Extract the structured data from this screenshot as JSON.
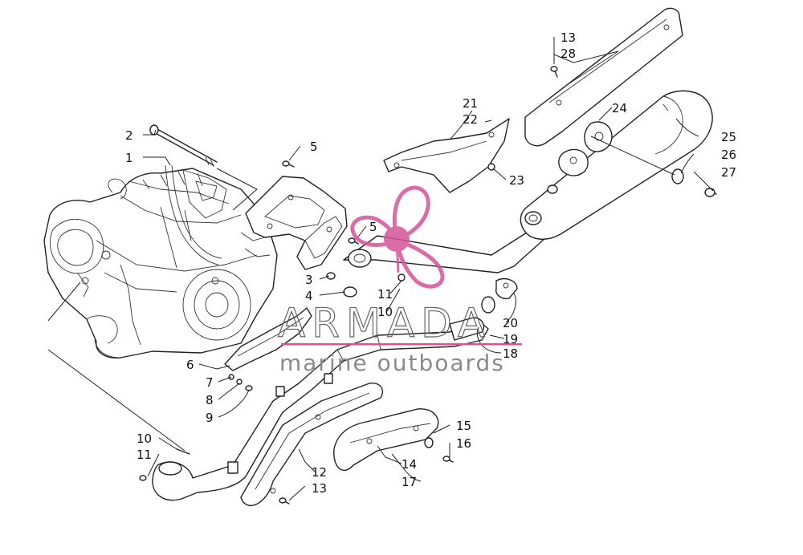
{
  "watermark": {
    "title": "ARMADA",
    "subtitle": "marine outboards",
    "accent_color": "#d4549a"
  },
  "callouts": [
    {
      "id": "c1",
      "text": "1"
    },
    {
      "id": "c2",
      "text": "2"
    },
    {
      "id": "c3",
      "text": "3"
    },
    {
      "id": "c4",
      "text": "4"
    },
    {
      "id": "c5a",
      "text": "5"
    },
    {
      "id": "c5b",
      "text": "5"
    },
    {
      "id": "c6",
      "text": "6"
    },
    {
      "id": "c7",
      "text": "7"
    },
    {
      "id": "c8",
      "text": "8"
    },
    {
      "id": "c9",
      "text": "9"
    },
    {
      "id": "c10a",
      "text": "10"
    },
    {
      "id": "c10b",
      "text": "10"
    },
    {
      "id": "c11a",
      "text": "11"
    },
    {
      "id": "c11b",
      "text": "11"
    },
    {
      "id": "c12",
      "text": "12"
    },
    {
      "id": "c13a",
      "text": "13"
    },
    {
      "id": "c13b",
      "text": "13"
    },
    {
      "id": "c14",
      "text": "14"
    },
    {
      "id": "c15",
      "text": "15"
    },
    {
      "id": "c16",
      "text": "16"
    },
    {
      "id": "c17",
      "text": "17"
    },
    {
      "id": "c18",
      "text": "18"
    },
    {
      "id": "c19",
      "text": "19"
    },
    {
      "id": "c20",
      "text": "20"
    },
    {
      "id": "c21",
      "text": "21"
    },
    {
      "id": "c22",
      "text": "22"
    },
    {
      "id": "c23",
      "text": "23"
    },
    {
      "id": "c24",
      "text": "24"
    },
    {
      "id": "c25",
      "text": "25"
    },
    {
      "id": "c26",
      "text": "26"
    },
    {
      "id": "c27",
      "text": "27"
    },
    {
      "id": "c28",
      "text": "28"
    }
  ]
}
